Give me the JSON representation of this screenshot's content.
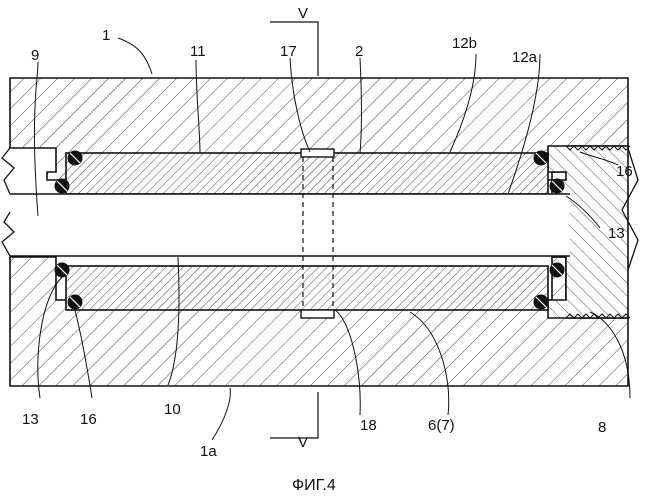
{
  "figure": {
    "caption": "ФИГ.4",
    "section_marks": [
      "V",
      "V"
    ],
    "reference_labels": {
      "housing": "1",
      "housing_bottom_face": "1a",
      "insert_pipe": "2",
      "cap_plug": "8",
      "left_port": "9",
      "bore": "10",
      "outer_sleeve": "11",
      "sleeve_inner": "12a",
      "sleeve_outer": "12b",
      "seal_ring_inner": "13",
      "seal_ring_inner_right": "13",
      "seal_ring_outer": "16",
      "seal_ring_outer_right": "16",
      "pin_top": "17",
      "pin_bottom": "18",
      "groove": "6(7)"
    }
  }
}
